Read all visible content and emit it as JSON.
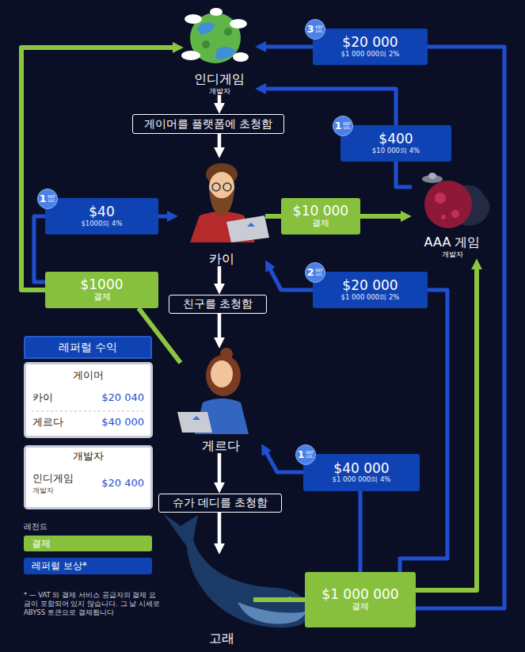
{
  "diagram": {
    "nodes": [
      {
        "text": [
          "인디게임",
          "개발자"
        ]
      },
      {
        "text": [
          "$20 000",
          "$1 000 000의 2%"
        ]
      },
      {
        "text": [
          "3",
          "REF LVL"
        ],
        "in": 1
      },
      {
        "text": [
          "게이머를 플랫폼에 초청함"
        ]
      },
      {
        "text": [
          "$400",
          "$10 000의 4%"
        ]
      },
      {
        "text": [
          "1",
          "REF LVL"
        ],
        "in": 4
      },
      {
        "text": [
          "$40",
          "$1000의 4%"
        ]
      },
      {
        "text": [
          "1",
          "REF LVL"
        ],
        "in": 6
      },
      {
        "text": [
          "카이"
        ]
      },
      {
        "text": [
          "$10 000",
          "결제"
        ]
      },
      {
        "text": [
          "AAA 게임",
          "개발자"
        ]
      },
      {
        "text": [
          "$1000",
          "결제"
        ]
      },
      {
        "text": [
          "$20 000",
          "$1 000 000의 2%"
        ]
      },
      {
        "text": [
          "2",
          "REF LVL"
        ],
        "in": 12
      },
      {
        "text": [
          "친구를 초청함"
        ]
      },
      {
        "text": [
          "레퍼럴 수익"
        ]
      },
      {
        "text": [
          "게이머",
          "카이",
          "$20 040",
          "게르다",
          "$40 000"
        ]
      },
      {
        "text": [
          "게르다"
        ]
      },
      {
        "text": [
          "$40 000",
          "$1 000 000의 4%"
        ]
      },
      {
        "text": [
          "1",
          "REF LVL"
        ],
        "in": 18
      },
      {
        "text": [
          "개발자",
          "인디게임",
          "개발자",
          "$20 400"
        ]
      },
      {
        "text": [
          "슈가 데디를 초청함"
        ]
      },
      {
        "text": [
          "고래"
        ]
      },
      {
        "text": [
          "$1 000 000",
          "결제"
        ]
      }
    ],
    "edges": [
      {
        "from": 0,
        "to": 3,
        "arrow": "to"
      },
      {
        "from": 3,
        "to": 8,
        "arrow": "to"
      },
      {
        "from": 8,
        "to": 14,
        "arrow": "to"
      },
      {
        "from": 14,
        "to": 17,
        "arrow": "to"
      },
      {
        "from": 17,
        "to": 21,
        "arrow": "to"
      },
      {
        "from": 21,
        "to": 22,
        "arrow": "to"
      },
      {
        "from": 8,
        "to": 9,
        "arrow": "none"
      },
      {
        "from": 9,
        "to": 10,
        "arrow": "to"
      },
      {
        "from": 10,
        "to": 4,
        "arrow": "none"
      },
      {
        "from": 4,
        "to": 0,
        "arrow": "to"
      },
      {
        "from": 11,
        "to": 0,
        "arrow": "to"
      },
      {
        "from": 17,
        "to": 11,
        "arrow": "none"
      },
      {
        "from": 11,
        "to": 6,
        "arrow": "none"
      },
      {
        "from": 6,
        "to": 8,
        "arrow": "to"
      },
      {
        "from": 22,
        "to": 23,
        "arrow": "none"
      },
      {
        "from": 23,
        "to": 10,
        "arrow": "to"
      },
      {
        "from": 23,
        "to": 1,
        "arrow": "none"
      },
      {
        "from": 1,
        "to": 0,
        "arrow": "to"
      },
      {
        "from": 23,
        "to": 12,
        "arrow": "none"
      },
      {
        "from": 12,
        "to": 8,
        "arrow": "to"
      },
      {
        "from": 23,
        "to": 18,
        "arrow": "none"
      },
      {
        "from": 18,
        "to": 17,
        "arrow": "to"
      }
    ],
    "labels": [
      "레전드",
      "* — VAT 와 결제 서비스 공급자의 결제 요금이 포함되어 있지 않습니다. 그 날 시세로 ABYSS 토큰으로 결제됩니다"
    ],
    "legend": [
      {
        "text": "결제",
        "color": "#86c03c"
      },
      {
        "text": "레퍼럴 보상*",
        "color": "#0f42b2"
      }
    ]
  }
}
